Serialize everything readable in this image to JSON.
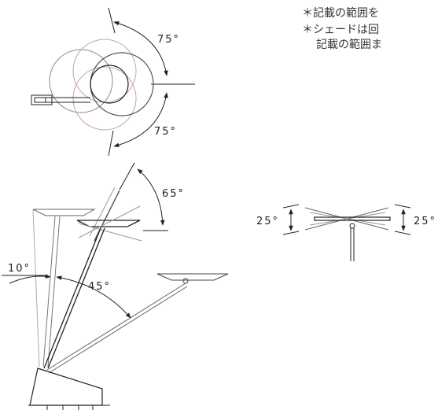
{
  "notes": [
    "＊記載の範囲を",
    "＊シェードは回",
    "記載の範囲ま"
  ],
  "angles": {
    "top_up": "75°",
    "top_down": "75°",
    "shade_tilt": "65°",
    "pole_base": "10°",
    "pole_lean": "45°",
    "front_left": "25°",
    "front_right": "25°"
  },
  "colors": {
    "line": "#222222",
    "outline": "#666666",
    "faint": "#9a9a9a",
    "pink": "#c7a0ad",
    "text": "#333333"
  }
}
